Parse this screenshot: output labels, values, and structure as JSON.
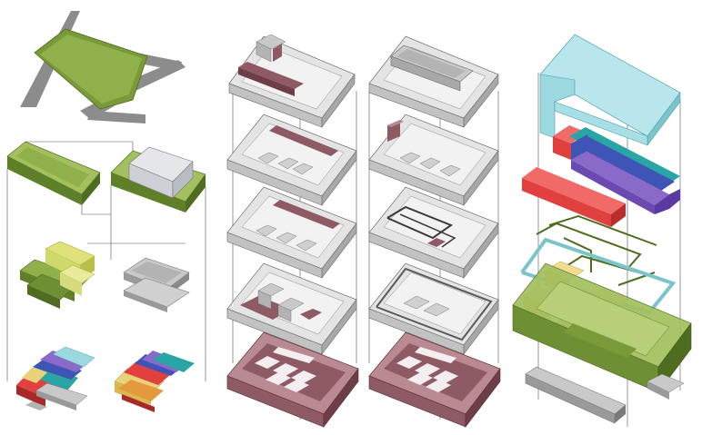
{
  "colors": {
    "background": "#ffffff",
    "road": "#8c8c8c",
    "green_site": "#7a9a3a",
    "green_light": "#a3bf5e",
    "green_dark": "#4f6d20",
    "grey_slab": "#d9d9d9",
    "grey_slab_dark": "#b3b3b3",
    "maroon": "#8e5a63",
    "maroon_light": "#b98a92",
    "cyan": "#9bd8e0",
    "blue": "#3f55b5",
    "purple": "#8a6ac8",
    "teal": "#2aa5a5",
    "red": "#e0403e",
    "yellow": "#e8d37a",
    "yellow_green": "#cfd86b",
    "orange": "#e49a3c",
    "glass": "#cdd0d6"
  },
  "diagram": {
    "description_visible_text": "",
    "panels": [
      {
        "id": "site-and-massing-sequence",
        "icon": "site-plan-icon"
      },
      {
        "id": "exploded-floors-a",
        "icon": "stacked-floors-icon"
      },
      {
        "id": "exploded-floors-b",
        "icon": "stacked-floors-icon"
      },
      {
        "id": "exploded-program-axonometric",
        "icon": "exploded-axon-icon"
      }
    ]
  }
}
